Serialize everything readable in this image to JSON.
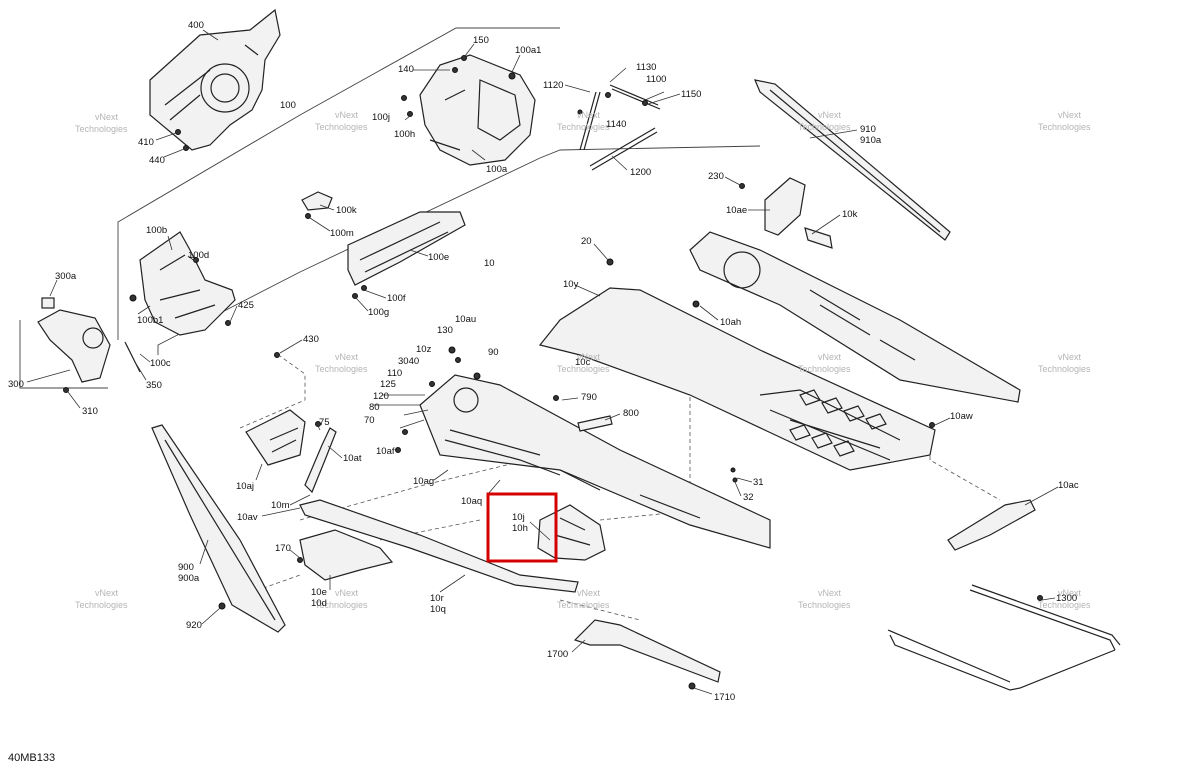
{
  "diagram_code": "40MB133",
  "watermark": [
    "vNext",
    "Technologies"
  ],
  "labels": [
    {
      "id": "400",
      "text": "400"
    },
    {
      "id": "410",
      "text": "410"
    },
    {
      "id": "440",
      "text": "440"
    },
    {
      "id": "100",
      "text": "100"
    },
    {
      "id": "150",
      "text": "150"
    },
    {
      "id": "140",
      "text": "140"
    },
    {
      "id": "100a1",
      "text": "100a1"
    },
    {
      "id": "100j",
      "text": "100j"
    },
    {
      "id": "100h",
      "text": "100h"
    },
    {
      "id": "100a",
      "text": "100a"
    },
    {
      "id": "1120",
      "text": "1120"
    },
    {
      "id": "1130",
      "text": "1130"
    },
    {
      "id": "1100",
      "text": "1100"
    },
    {
      "id": "1150",
      "text": "1150"
    },
    {
      "id": "1140",
      "text": "1140"
    },
    {
      "id": "1200",
      "text": "1200"
    },
    {
      "id": "910",
      "text": "910"
    },
    {
      "id": "910a",
      "text": "910a"
    },
    {
      "id": "230",
      "text": "230"
    },
    {
      "id": "10ae",
      "text": "10ae"
    },
    {
      "id": "10k",
      "text": "10k"
    },
    {
      "id": "100k",
      "text": "100k"
    },
    {
      "id": "100m",
      "text": "100m"
    },
    {
      "id": "100e",
      "text": "100e"
    },
    {
      "id": "100f",
      "text": "100f"
    },
    {
      "id": "100g",
      "text": "100g"
    },
    {
      "id": "10",
      "text": "10"
    },
    {
      "id": "20",
      "text": "20"
    },
    {
      "id": "10y",
      "text": "10y"
    },
    {
      "id": "10ah",
      "text": "10ah"
    },
    {
      "id": "100b",
      "text": "100b"
    },
    {
      "id": "100d",
      "text": "100d"
    },
    {
      "id": "100b1",
      "text": "100b1"
    },
    {
      "id": "100c",
      "text": "100c"
    },
    {
      "id": "425",
      "text": "425"
    },
    {
      "id": "300a",
      "text": "300a"
    },
    {
      "id": "300",
      "text": "300"
    },
    {
      "id": "310",
      "text": "310"
    },
    {
      "id": "350",
      "text": "350"
    },
    {
      "id": "430",
      "text": "430"
    },
    {
      "id": "130",
      "text": "130"
    },
    {
      "id": "10au",
      "text": "10au"
    },
    {
      "id": "10z",
      "text": "10z"
    },
    {
      "id": "3040",
      "text": "3040"
    },
    {
      "id": "110",
      "text": "110"
    },
    {
      "id": "125",
      "text": "125"
    },
    {
      "id": "120",
      "text": "120"
    },
    {
      "id": "80",
      "text": "80"
    },
    {
      "id": "70",
      "text": "70"
    },
    {
      "id": "10af",
      "text": "10af"
    },
    {
      "id": "90",
      "text": "90"
    },
    {
      "id": "10c",
      "text": "10c"
    },
    {
      "id": "790",
      "text": "790"
    },
    {
      "id": "800",
      "text": "800"
    },
    {
      "id": "10aw",
      "text": "10aw"
    },
    {
      "id": "31",
      "text": "31"
    },
    {
      "id": "32",
      "text": "32"
    },
    {
      "id": "10ac",
      "text": "10ac"
    },
    {
      "id": "75",
      "text": "75"
    },
    {
      "id": "10aj",
      "text": "10aj"
    },
    {
      "id": "10at",
      "text": "10at"
    },
    {
      "id": "10m",
      "text": "10m"
    },
    {
      "id": "10av",
      "text": "10av"
    },
    {
      "id": "10ag",
      "text": "10ag"
    },
    {
      "id": "10aq",
      "text": "10aq"
    },
    {
      "id": "10j",
      "text": "10j"
    },
    {
      "id": "10h",
      "text": "10h"
    },
    {
      "id": "170",
      "text": "170"
    },
    {
      "id": "10e",
      "text": "10e"
    },
    {
      "id": "10d",
      "text": "10d"
    },
    {
      "id": "10r",
      "text": "10r"
    },
    {
      "id": "10q",
      "text": "10q"
    },
    {
      "id": "900",
      "text": "900"
    },
    {
      "id": "900a",
      "text": "900a"
    },
    {
      "id": "920",
      "text": "920"
    },
    {
      "id": "1700",
      "text": "1700"
    },
    {
      "id": "1710",
      "text": "1710"
    },
    {
      "id": "1300",
      "text": "1300"
    }
  ],
  "highlight": {
    "target": "10j / 10h",
    "color": "#d40000"
  }
}
